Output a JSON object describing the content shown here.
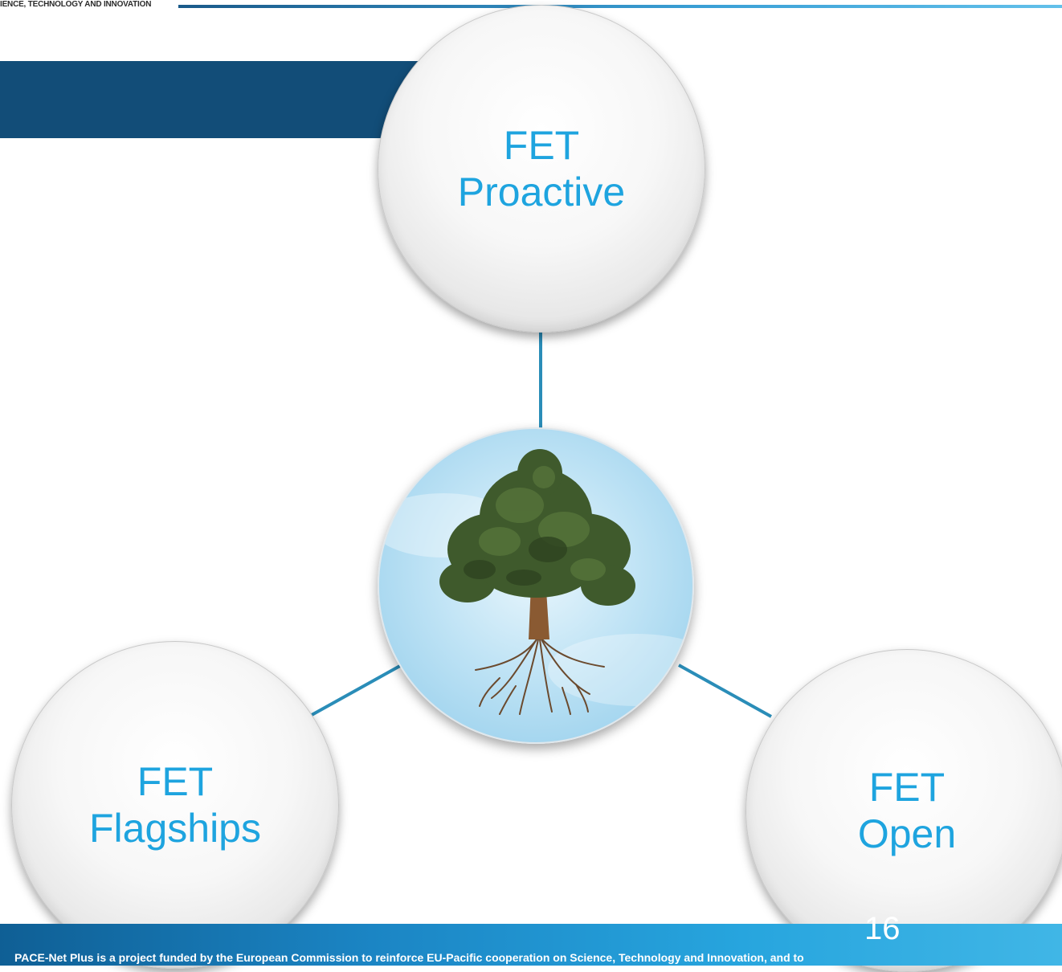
{
  "header": {
    "tagline": "IENCE, TECHNOLOGY AND INNOVATION"
  },
  "diagram": {
    "center": {
      "image": "tree-with-roots"
    },
    "nodes": [
      {
        "id": "proactive",
        "line1": "FET",
        "line2": "Proactive"
      },
      {
        "id": "flagships",
        "line1": "FET",
        "line2": "Flagships"
      },
      {
        "id": "open",
        "line1": "FET",
        "line2": "Open"
      }
    ],
    "connector_color": "#2a8db8",
    "label_color": "#1ea4df"
  },
  "footer": {
    "text": "PACE-Net Plus is a project funded by the European Commission to reinforce EU-Pacific cooperation on Science, Technology and Innovation, and to",
    "page_number": "16"
  },
  "colors": {
    "title_band": "#124d78",
    "footer": "#1b85c4"
  }
}
